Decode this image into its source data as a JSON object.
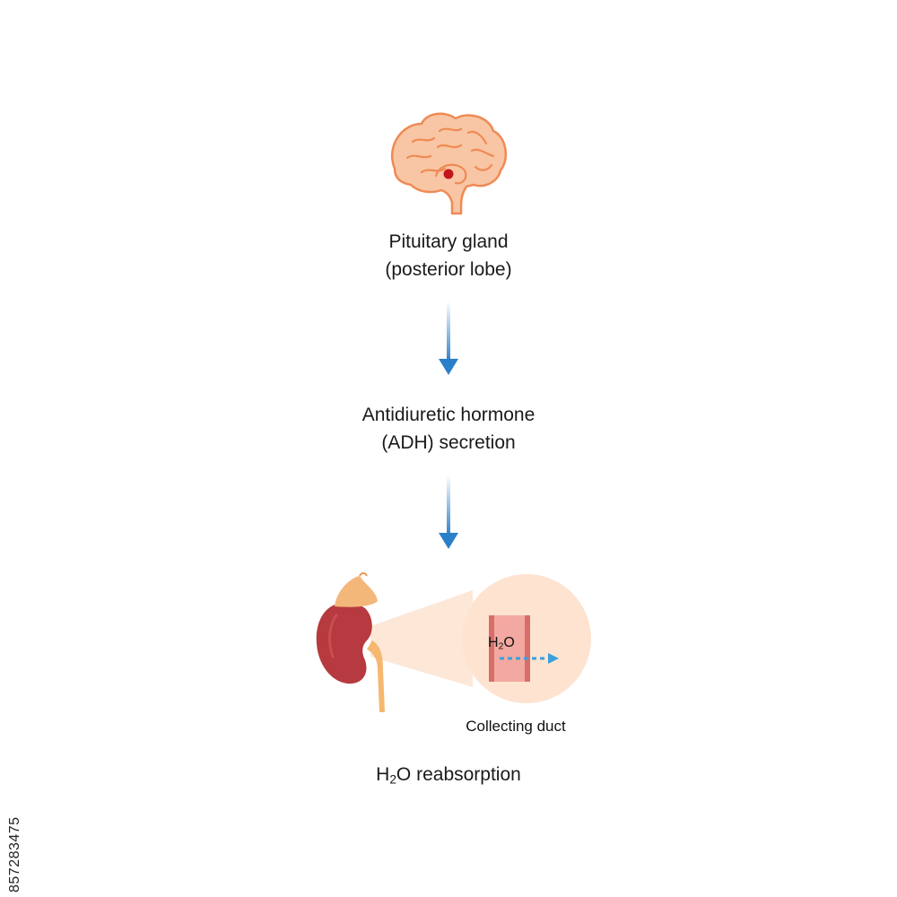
{
  "brain": {
    "icon": "brain-icon",
    "label_line1": "Pituitary gland",
    "label_line2": "(posterior lobe)"
  },
  "hormone": {
    "label_line1": "Antidiuretic hormone",
    "label_line2": "(ADH) secretion"
  },
  "kidney": {
    "icon": "kidney-icon",
    "duct_formula_main": "H",
    "duct_formula_sub": "2",
    "duct_formula_end": "O",
    "duct_label": "Collecting duct"
  },
  "result": {
    "formula_main": "H",
    "formula_sub": "2",
    "formula_end": "O",
    "label": "reabsorption"
  },
  "stock_id": "857283475",
  "colors": {
    "arrow": "#2b7fc9",
    "brain_fill": "#f8c6a4",
    "brain_stroke": "#ef8a55",
    "pituitary_dot": "#c0161c",
    "kidney_fill": "#b63a3f",
    "adrenal_fill": "#f4b77a",
    "zoom_bg": "#fde3d0",
    "duct_fill": "#f3a9a1",
    "water_arrow": "#3aa0dc"
  }
}
